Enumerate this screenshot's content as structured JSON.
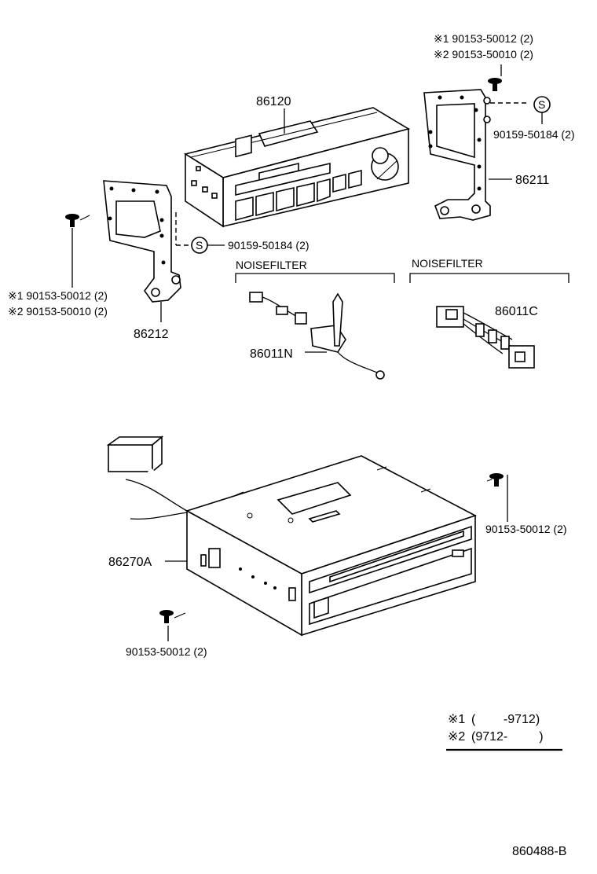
{
  "callouts": {
    "radio_unit": "86120",
    "right_bracket": "86211",
    "left_bracket": "86212",
    "noise_filter_n": "86011N",
    "noise_filter_c": "86011C",
    "changer": "86270A",
    "drawing_number": "860488-B"
  },
  "right_screws": {
    "line1": "※1 90153-50012 (2)",
    "line2": "※2 90153-50010 (2)",
    "s_screw": "90159-50184 (2)"
  },
  "left_screws": {
    "line1": "※1 90153-50012 (2)",
    "line2": "※2 90153-50010 (2)",
    "s_screw": "90159-50184 (2)"
  },
  "s_symbol": "S",
  "noise_filter_heading": "NOISEFILTER",
  "changer_screws": {
    "right": "90153-50012 (2)",
    "bottom": "90153-50012 (2)"
  },
  "legend": {
    "row1_mark": "※1",
    "row1_range": "(        -9712)",
    "row2_mark": "※2",
    "row2_range": "(9712-         )"
  }
}
